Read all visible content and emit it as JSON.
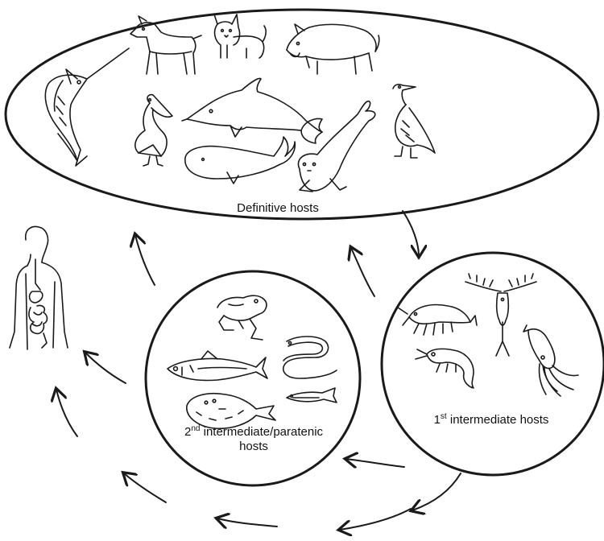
{
  "labels": {
    "definitive": "Definitive hosts",
    "first_num": "1",
    "first_sup": "st",
    "first_text": " intermediate hosts",
    "second_num": "2",
    "second_sup": "nd",
    "second_text": " intermediate/paratenic",
    "second_line2": "hosts"
  },
  "groups": {
    "definitive_hosts": [
      "marlin-icon",
      "dog-icon",
      "cat-icon",
      "boar-icon",
      "pelican-icon",
      "dolphin-icon",
      "sperm-whale-icon",
      "seal-icon",
      "cormorant-icon"
    ],
    "first_intermediate_hosts": [
      "krill-icon",
      "copepod-icon",
      "shrimp-icon",
      "squid-icon"
    ],
    "second_intermediate_hosts": [
      "frog-icon",
      "mackerel-icon",
      "eel-icon",
      "anchovy-icon",
      "flatfish-icon"
    ],
    "accidental_host": [
      "human-icon"
    ]
  },
  "colors": {
    "stroke": "#1a1a1a",
    "fill": "#ffffff"
  }
}
